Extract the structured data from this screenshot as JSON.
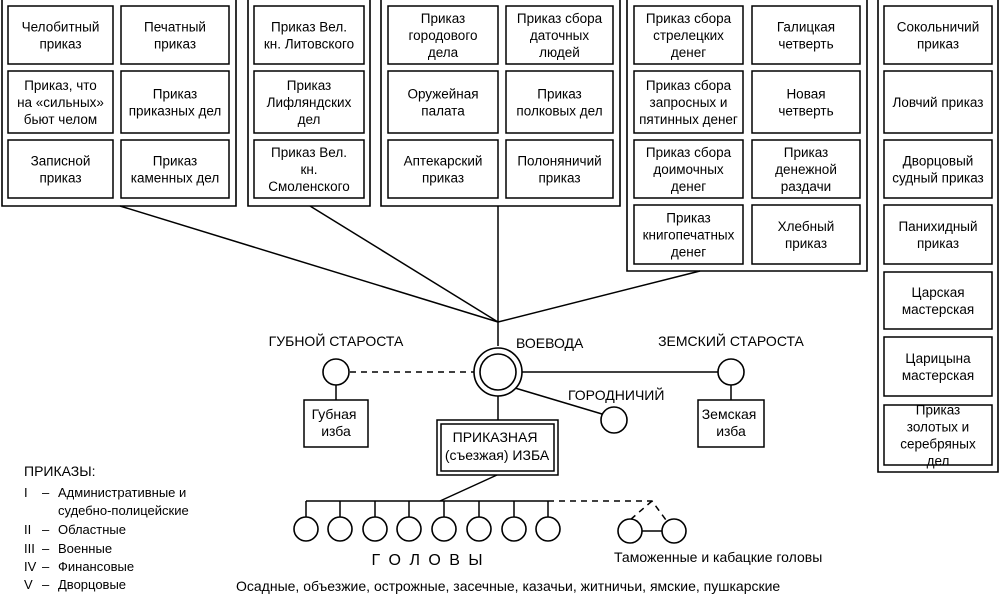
{
  "prikazy": {
    "g1": [
      "Челобитный приказ",
      "Печатный приказ",
      "Приказ, что на «сильных» бьют челом",
      "Приказ приказных дел",
      "Записной приказ",
      "Приказ каменных дел"
    ],
    "g2": [
      "Приказ Вел. кн. Литовского",
      "Приказ Лифляндских дел",
      "Приказ Вел. кн. Смоленского"
    ],
    "g3": [
      "Приказ городового дела",
      "Приказ сбора даточных людей",
      "Оружейная палата",
      "Приказ полковых дел",
      "Аптекарский приказ",
      "Полоняничий приказ"
    ],
    "g4": [
      "Приказ сбора стрелецких денег",
      "Галицкая четверть",
      "Приказ сбора запросных и пятинных денег",
      "Новая четверть",
      "Приказ сбора доимочных денег",
      "Приказ денежной раздачи",
      "Приказ книгопечатных денег",
      "Хлебный приказ"
    ],
    "g5": [
      "Сокольничий приказ",
      "Ловчий приказ",
      "Дворцовый судный приказ",
      "Панихидный приказ",
      "Царская мастерская",
      "Царицына мастерская",
      "Приказ золотых и серебряных дел"
    ]
  },
  "local": {
    "voevoda": "ВОЕВОДА",
    "gubnoy_starosta": "ГУБНОЙ СТАРОСТА",
    "zemsky_starosta": "ЗЕМСКИЙ СТАРОСТА",
    "gorodnichiy": "ГОРОДНИЧИЙ",
    "gubnaya_izba": "Губная изба",
    "zemskaya_izba": "Земская изба",
    "prikaznaya_izba": "ПРИКАЗНАЯ (съезжая) ИЗБА",
    "golovy": "Г О Л О В Ы",
    "tamozhennye": "Таможенные и кабацкие головы",
    "golovy_types": "Осадные, объезжие, острожные, засечные, казачьи, житничьи, ямские, пушкарские"
  },
  "legend": {
    "title": "ПРИКАЗЫ:",
    "items": [
      {
        "num": "I",
        "dash": "–",
        "text": "Административные и судебно-полицейские"
      },
      {
        "num": "II",
        "dash": "–",
        "text": "Областные"
      },
      {
        "num": "III",
        "dash": "–",
        "text": "Военные"
      },
      {
        "num": "IV",
        "dash": "–",
        "text": "Финансовые"
      },
      {
        "num": "V",
        "dash": "–",
        "text": "Дворцовые"
      }
    ]
  }
}
